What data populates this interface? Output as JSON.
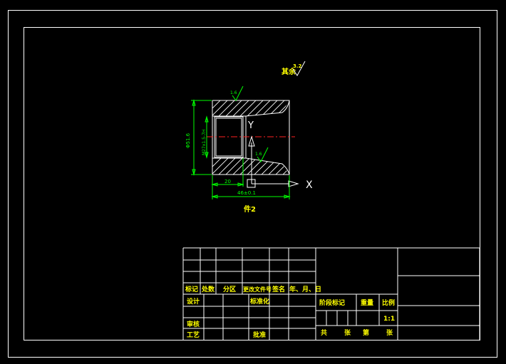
{
  "drawing": {
    "part_label": "件2",
    "surface_note": "其余",
    "surface_note_value": "3.2",
    "roughness_top": "1.6",
    "roughness_bore": "1.6",
    "axis_x": "X",
    "axis_y": "Y",
    "dim_length": "46±0.1",
    "dim_thread_depth": "20",
    "dim_outer_diameter": "Φ51.6",
    "dim_thread": "M27x1.5-7H"
  },
  "title_block": {
    "rev_headers": [
      "标记",
      "处数",
      "分区",
      "更改文件号",
      "签名",
      "年、月、日"
    ],
    "design": "设计",
    "standardization": "标准化",
    "review": "审核",
    "process": "工艺",
    "approve": "批准",
    "stage_mark": "阶段标记",
    "weight": "重量",
    "scale": "比例",
    "scale_value": "1:1",
    "sheets_total_1": "共",
    "sheets_total_2": "张",
    "sheet_no_1": "第",
    "sheet_no_2": "张"
  }
}
